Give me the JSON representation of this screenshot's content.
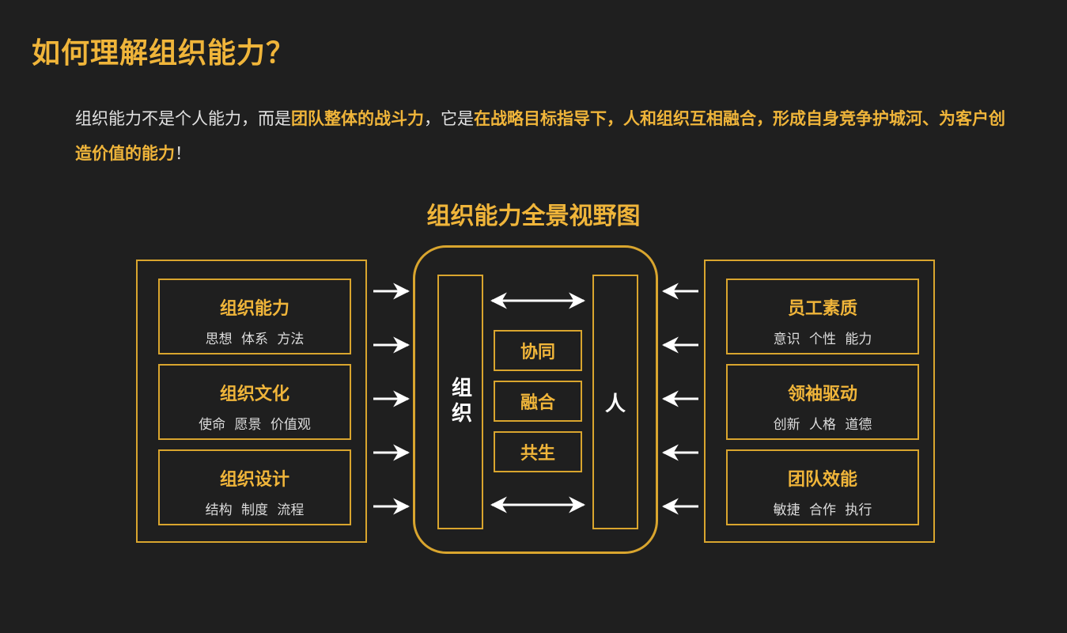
{
  "title": "如何理解组织能力？",
  "intro": {
    "p1": "组织能力不是个人能力，而是",
    "h1": "团队整体的战斗力",
    "p2": "，它是",
    "h2": "在战略目标指导下，人和组织互相融合，形成自身竞争护城河、为客户创造价值的能力",
    "p3": "！"
  },
  "diagram_title": "组织能力全景视野图",
  "left_cards": [
    {
      "title": "组织能力",
      "sub": "思想 体系 方法"
    },
    {
      "title": "组织文化",
      "sub": "使命 愿景 价值观"
    },
    {
      "title": "组织设计",
      "sub": "结构 制度 流程"
    }
  ],
  "right_cards": [
    {
      "title": "员工素质",
      "sub": "意识 个性 能力"
    },
    {
      "title": "领袖驱动",
      "sub": "创新 人格 道德"
    },
    {
      "title": "团队效能",
      "sub": "敏捷 合作 执行"
    }
  ],
  "center": {
    "org_label": "组织",
    "people_label": "人",
    "mid_boxes": [
      "协同",
      "融合",
      "共生"
    ]
  },
  "colors": {
    "accent": "#f0b53a",
    "border": "#d9a52e",
    "background": "#1f1f1f",
    "text": "#e2e2e2"
  }
}
